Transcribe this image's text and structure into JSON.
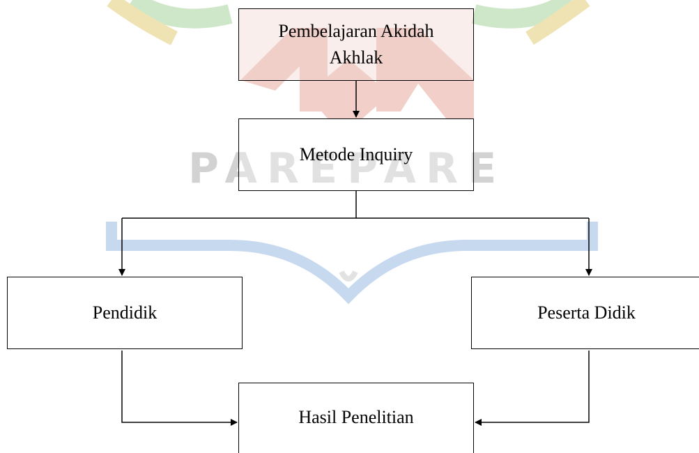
{
  "watermark": {
    "text": "PAREPARE",
    "colors": {
      "red": "#f2cfc9",
      "yellow": "#efe3b4",
      "green": "#cfe7c9",
      "blue": "#c7d9ef",
      "gray": "#d5d5d5"
    }
  },
  "diagram": {
    "nodes": {
      "top": {
        "line1": "Pembelajaran Akidah",
        "line2": "Akhlak"
      },
      "metode": "Metode Inquiry",
      "pendidik": "Pendidik",
      "peserta": "Peserta Didik",
      "hasil": "Hasil Penelitian"
    },
    "colors": {
      "line": "#000000",
      "top_box_fill": "#f2cdc8"
    }
  }
}
